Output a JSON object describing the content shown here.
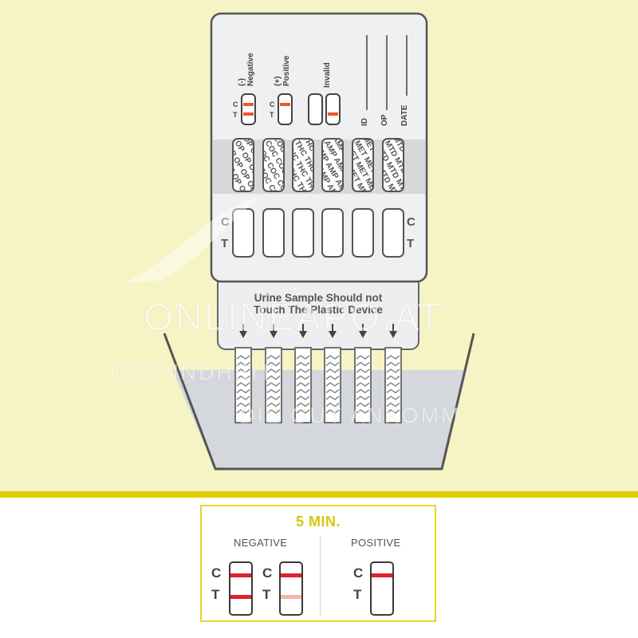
{
  "device": {
    "labels": {
      "negative": "(-)\nNegative",
      "positive": "(+)\nPositive",
      "invalid": "Invalid"
    },
    "fields": {
      "id": "ID",
      "op": "OP",
      "date": "DATE"
    },
    "ct": {
      "c": "C",
      "t": "T"
    },
    "strip_labels": [
      "OP",
      "COC",
      "THC",
      "AMP",
      "MET",
      "MTD"
    ],
    "instruction": [
      "Urine Sample Should not",
      "Touch The Plastic Device"
    ]
  },
  "watermark": {
    "brand": "ONLINEAPO.AT",
    "tagline1": "GESUNDHEIT",
    "tagline2": "DIE GUT ANKOMMT."
  },
  "result": {
    "title": "5 MIN.",
    "negative_label": "NEGATIVE",
    "positive_label": "POSITIVE",
    "c": "C",
    "t": "T"
  },
  "colors": {
    "background_top": "#f6f3c5",
    "accent_gold": "#e0d000",
    "band_red": "#e0212e",
    "band_faint": "#f5b7a7",
    "band_orange": "#ea5b2a",
    "device_fill": "#eef0f1",
    "device_stroke": "#555555"
  }
}
